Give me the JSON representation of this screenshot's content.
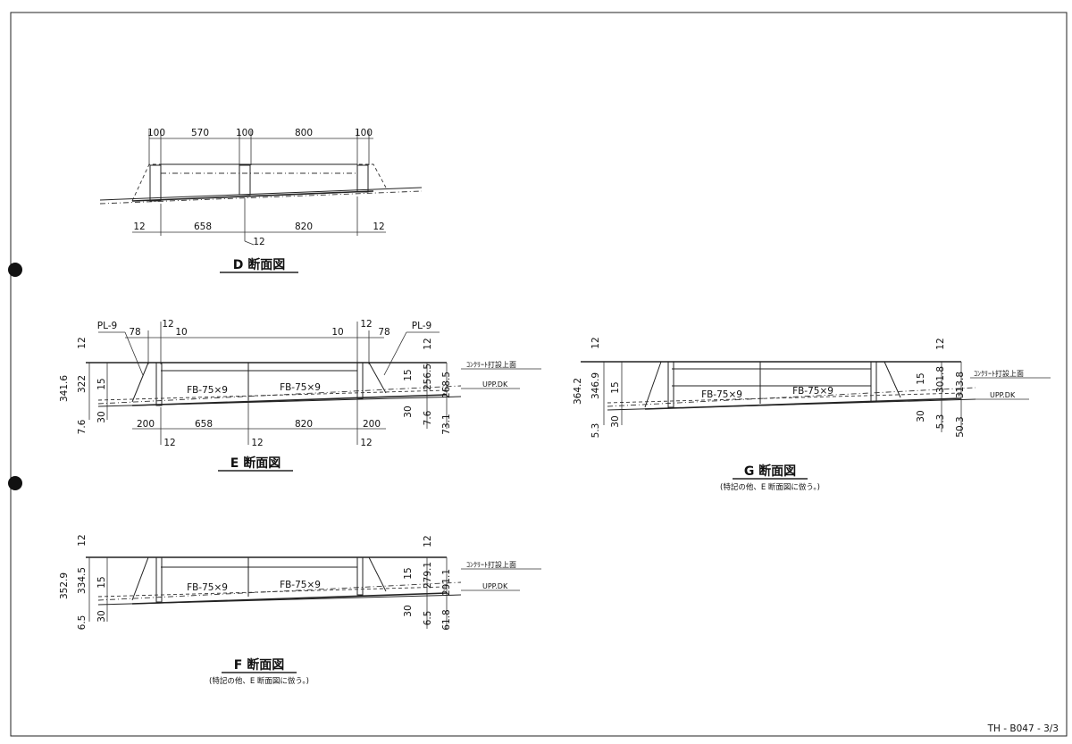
{
  "sheet": {
    "drawing_number": "TH - B047 - 3/3"
  },
  "common": {
    "concrete_top": "ｺﾝｸﾘｰﾄ打設上面",
    "upp_dk": "UPP.DK",
    "fb": "FB-75×9",
    "pl": "PL-9"
  },
  "section_d": {
    "title": "D 断面図",
    "top_dims": [
      "100",
      "570",
      "100",
      "800",
      "100"
    ],
    "bottom_dims": [
      "12",
      "658",
      "820",
      "12"
    ],
    "mid_dim": "12"
  },
  "section_e": {
    "title": "E 断面図",
    "top_small": [
      "78",
      "12",
      "10",
      "10",
      "12",
      "78"
    ],
    "left_dims": [
      "12",
      "341.6",
      "322",
      "15",
      "7.6",
      "30"
    ],
    "right_dims": [
      "15",
      "256.5",
      "268.5",
      "12",
      "30",
      "7.6",
      "73.1"
    ],
    "bottom_dims": [
      "200",
      "658",
      "820",
      "200"
    ],
    "bottom_small": [
      "12",
      "12",
      "12"
    ]
  },
  "section_f": {
    "title": "F 断面図",
    "note": "(特記の他、E 断面図に倣う。)",
    "left_dims": [
      "12",
      "352.9",
      "334.5",
      "15",
      "6.5",
      "30"
    ],
    "right_dims": [
      "15",
      "279.1",
      "291.1",
      "12",
      "30",
      "6.5",
      "61.8"
    ]
  },
  "section_g": {
    "title": "G 断面図",
    "note": "(特記の他、E 断面図に倣う。)",
    "left_dims": [
      "12",
      "364.2",
      "346.9",
      "15",
      "5.3",
      "30"
    ],
    "right_dims": [
      "15",
      "301.8",
      "313.8",
      "12",
      "30",
      "5.3",
      "50.3"
    ]
  }
}
